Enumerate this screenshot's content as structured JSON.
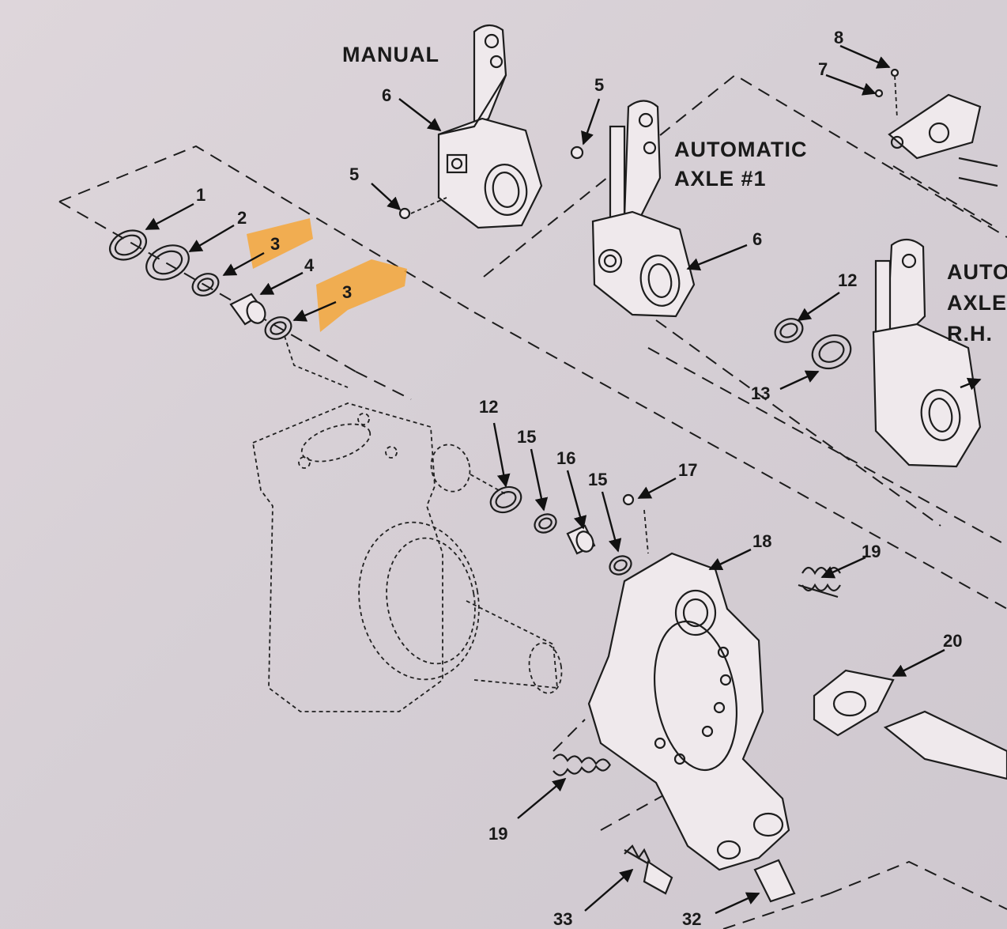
{
  "headings": {
    "manual": "MANUAL",
    "auto1_line1": "AUTOMATIC",
    "auto1_line2": "AXLE #1",
    "auto2_line1": "AUTO",
    "auto2_line2": "AXLE",
    "auto2_line3": "R.H."
  },
  "callouts": {
    "c1": "1",
    "c2": "2",
    "c3a": "3",
    "c3b": "3",
    "c4": "4",
    "c5a": "5",
    "c5b": "5",
    "c6a": "6",
    "c6b": "6",
    "c7": "7",
    "c8": "8",
    "c12a": "12",
    "c12b": "12",
    "c13": "13",
    "c15a": "15",
    "c15b": "15",
    "c16": "16",
    "c17": "17",
    "c18": "18",
    "c19a": "19",
    "c19b": "19",
    "c20": "20",
    "c32": "32",
    "c33": "33"
  },
  "colors": {
    "highlighter": "#f4a73a",
    "ink": "#1d1d1d",
    "paper": "#dcd4d9"
  }
}
